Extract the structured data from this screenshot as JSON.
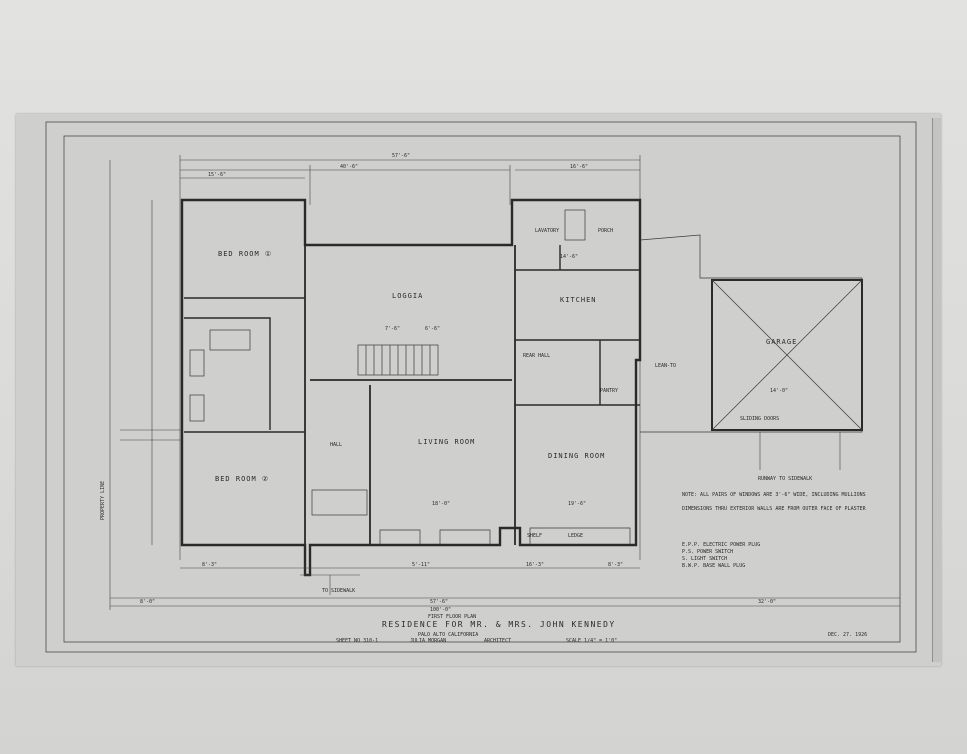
{
  "rooms": {
    "bed_room_1": "BED ROOM ①",
    "bed_room_2": "BED ROOM ②",
    "loggia": "LOGGIA",
    "kitchen": "KITCHEN",
    "rear_hall": "REAR HALL",
    "pantry": "PANTRY",
    "living_room": "LIVING ROOM",
    "dining_room": "DINING ROOM",
    "hall": "HALL",
    "garage": "GARAGE",
    "porch": "PORCH",
    "lavatory": "LAVATORY",
    "lean_to": "LEAN-TO",
    "shelf": "SHELF",
    "ledge": "LEDGE",
    "property_line": "PROPERTY LINE",
    "to_sidewalk": "TO SIDEWALK",
    "runway_to_sidewalk": "RUNWAY TO SIDEWALK",
    "sliding_doors": "SLIDING DOORS"
  },
  "dimensions": {
    "overall_top": "57'-6\"",
    "upper_left": "40'-6\"",
    "upper_right": "16'-6\"",
    "bed_room_width": "15'-6\"",
    "bottom_overall": "57'-6\"",
    "bottom_lot": "100'-0\"",
    "left_margin": "8'-0\"",
    "right_margin": "32'-0\"",
    "living_room_width": "18'-0\"",
    "dining_room_width": "19'-6\"",
    "loggia_a": "7'-6\"",
    "loggia_b": "6'-6\"",
    "garage_width": "14'-0\"",
    "kitchen_width": "14'-6\"",
    "seg_a": "8'-3\"",
    "seg_b": "5'-11\"",
    "seg_c": "16'-3\"",
    "seg_d": "8'-3\""
  },
  "notes": {
    "windows": "NOTE: ALL PAIRS OF WINDOWS ARE 3'-6\" WIDE, INCLUDING MULLIONS",
    "walls": "DIMENSIONS THRU EXTERIOR WALLS ARE FROM OUTER FACE OF PLASTER",
    "legend": [
      "E.P.P. ELECTRIC POWER PLUG",
      "P.S. POWER SWITCH",
      "S. LIGHT SWITCH",
      "B.W.P. BASE WALL PLUG"
    ]
  },
  "title_block": {
    "plan_name": "FIRST FLOOR PLAN",
    "residence": "RESIDENCE FOR MR. & MRS. JOHN KENNEDY",
    "location": "PALO ALTO  CALIFORNIA",
    "sheet": "SHEET NO 310-1",
    "architect": "JULIA MORGAN",
    "architect_role": "ARCHITECT",
    "scale": "SCALE 1/4\" = 1'0\"",
    "date": "DEC. 27. 1926"
  }
}
